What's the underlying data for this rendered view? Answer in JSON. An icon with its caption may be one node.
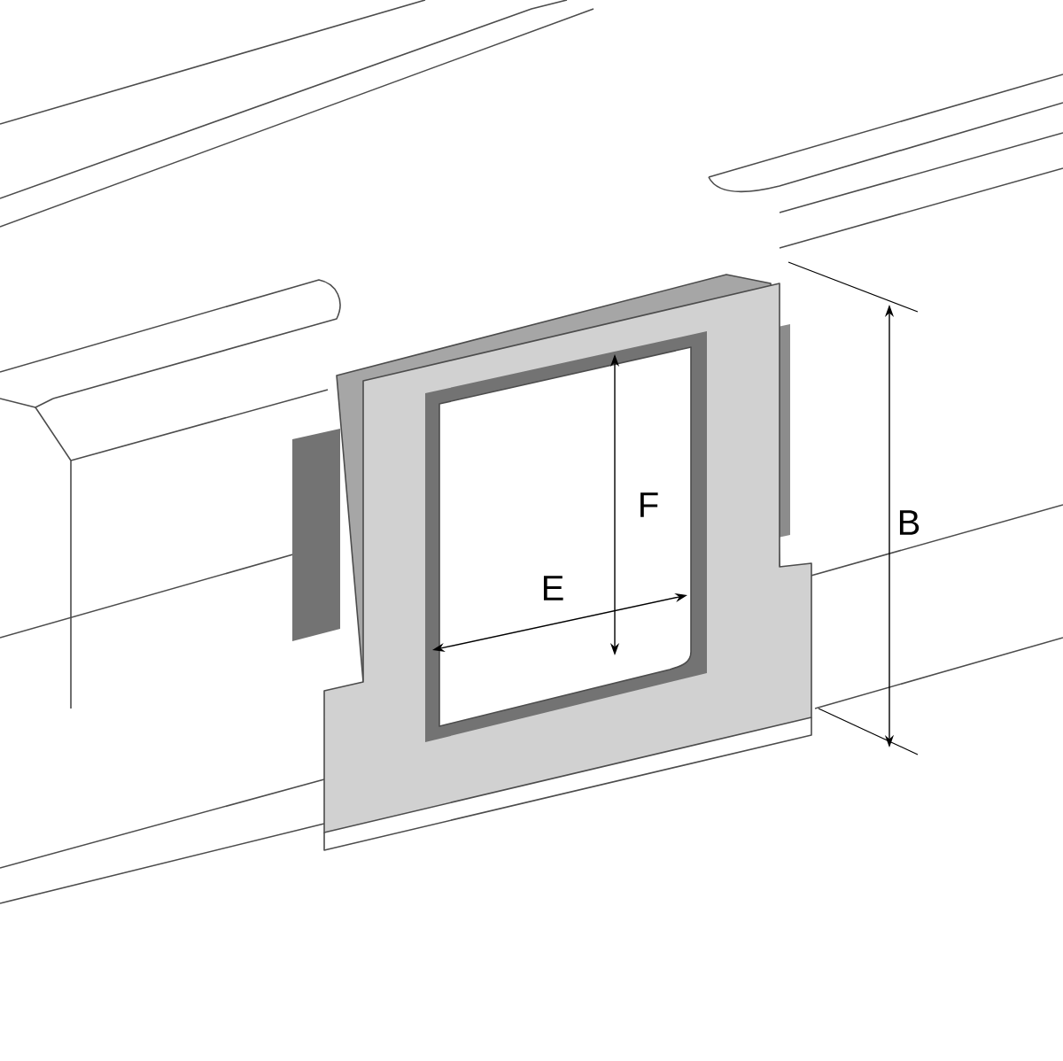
{
  "diagram": {
    "labels": [
      "F",
      "B",
      "E"
    ]
  }
}
